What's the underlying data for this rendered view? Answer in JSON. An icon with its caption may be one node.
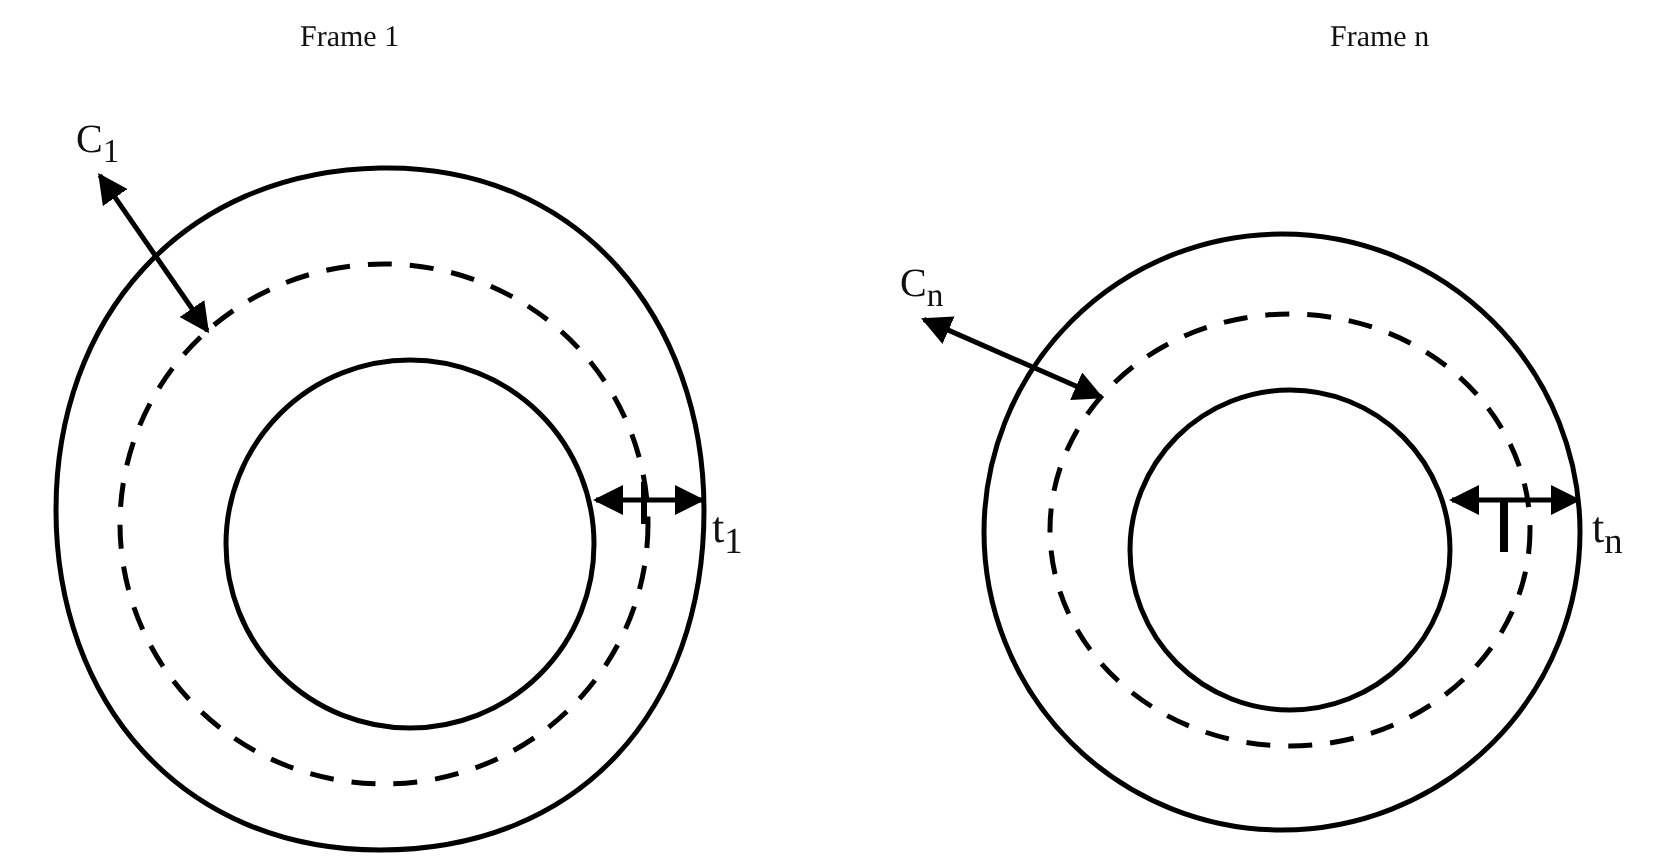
{
  "diagram": {
    "nodes": [
      {
        "text": [
          "C$_{1}$"
        ]
      },
      {
        "text": [],
        "shape": "circle"
      },
      {
        "text": [
          "C$_{n}$"
        ]
      },
      {
        "text": [],
        "shape": "circle"
      }
    ],
    "edges": [
      {
        "from": 0,
        "to": 1,
        "arrow": "both"
      },
      {
        "from": 2,
        "to": 3,
        "arrow": "both"
      }
    ],
    "labels": [
      "Frame 1",
      "Frame n",
      "t$_{1}$",
      "t$_{n}$"
    ]
  }
}
